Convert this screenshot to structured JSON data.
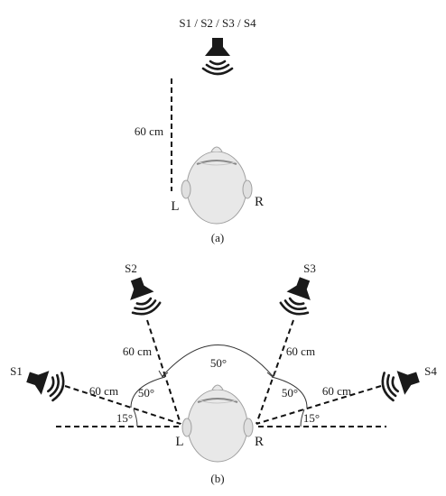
{
  "panel_a": {
    "speaker_label": "S1 / S2 / S3 / S4",
    "distance_label": "60 cm",
    "left_ear": "L",
    "right_ear": "R",
    "caption": "(a)"
  },
  "panel_b": {
    "speakers": [
      "S1",
      "S2",
      "S3",
      "S4"
    ],
    "distance_labels": [
      "60 cm",
      "60 cm",
      "60 cm",
      "60 cm"
    ],
    "angle_between_front": "50°",
    "angle_left_inner": "50°",
    "angle_right_inner": "50°",
    "angle_left_lower": "15°",
    "angle_right_lower": "15°",
    "left_ear": "L",
    "right_ear": "R",
    "caption": "(b)"
  },
  "icons": [
    "speaker-icon",
    "head-top-view-icon"
  ],
  "colors": {
    "ink": "#111111",
    "head_fill": "#e6e6e6",
    "head_stroke": "#9a9a9a"
  }
}
